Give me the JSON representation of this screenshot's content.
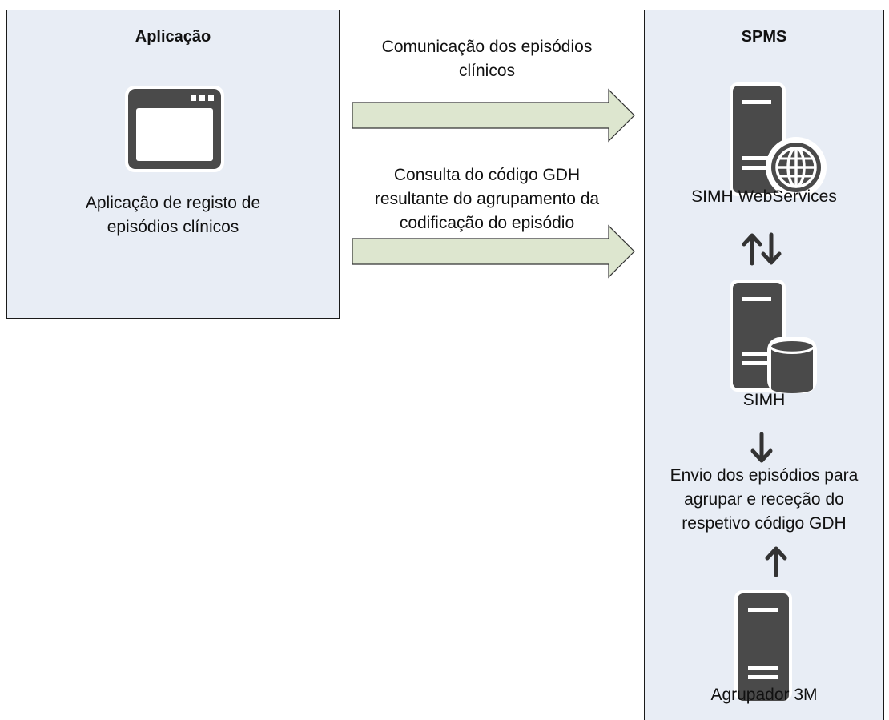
{
  "application": {
    "title": "Aplicação",
    "description_line1": "Aplicação de registo de",
    "description_line2": "episódios clínicos"
  },
  "flows": {
    "arrow1_line1": "Comunicação dos episódios",
    "arrow1_line2": "clínicos",
    "arrow2_line1": "Consulta do código GDH",
    "arrow2_line2": "resultante do agrupamento da",
    "arrow2_line3": "codificação do episódio"
  },
  "spms": {
    "title": "SPMS",
    "webservices_label": "SIMH WebServices",
    "simh_label": "SIMH",
    "exchange_line1": "Envio dos episódios para",
    "exchange_line2": "agrupar e receção do",
    "exchange_line3": "respetivo código GDH",
    "grouper_label": "Agrupador 3M"
  },
  "colors": {
    "panel_fill": "#e8edf5",
    "arrow_fill": "#dde6cf",
    "icon_dark": "#4a4a4a"
  }
}
